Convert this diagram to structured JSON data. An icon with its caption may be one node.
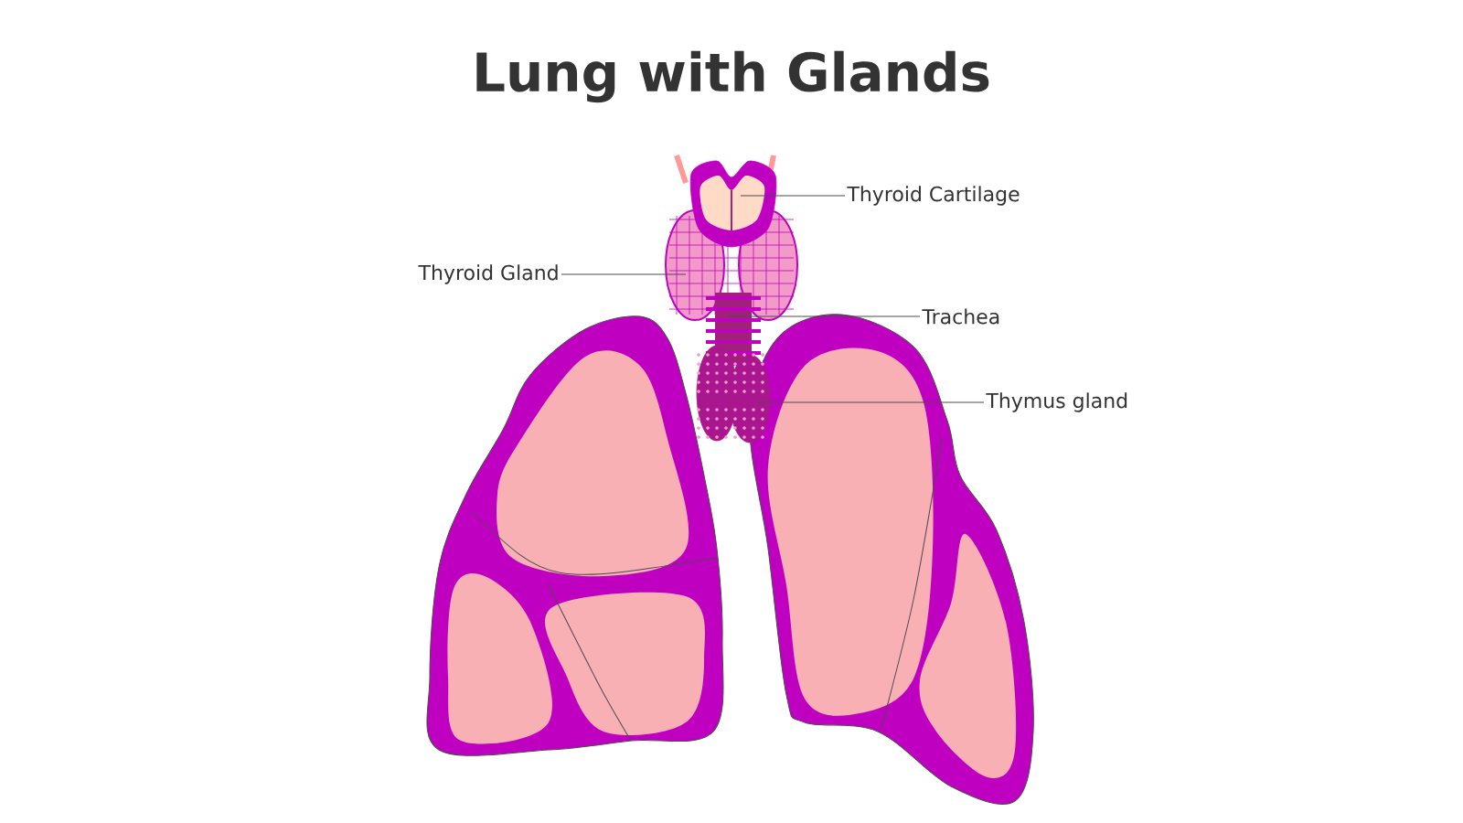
{
  "diagram": {
    "title": "Lung with Glands",
    "nodes": [
      {
        "text": [
          "Thyroid Cartilage"
        ]
      },
      {
        "text": [
          "Thyroid Gland"
        ]
      },
      {
        "text": [
          "Trachea"
        ]
      },
      {
        "text": [
          "Thymus gland"
        ]
      }
    ],
    "edges": [
      {
        "from": 0,
        "to": null,
        "arrow": "none"
      },
      {
        "from": 1,
        "to": null,
        "arrow": "none"
      },
      {
        "from": 2,
        "to": null,
        "arrow": "none"
      },
      {
        "from": 3,
        "to": null,
        "arrow": "none"
      }
    ]
  }
}
